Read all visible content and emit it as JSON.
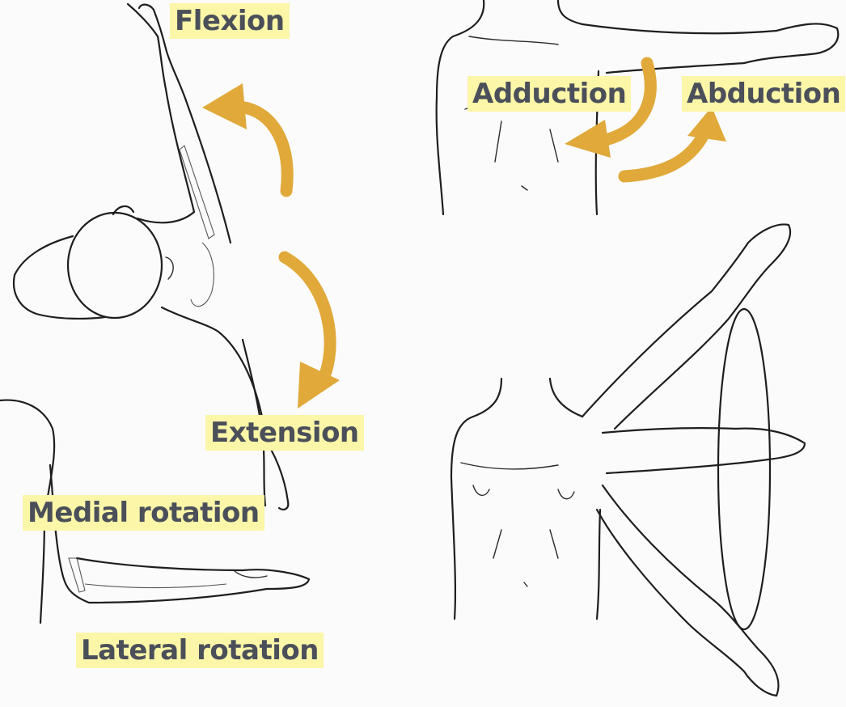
{
  "labels": {
    "flexion": "Flexion",
    "extension": "Extension",
    "adduction": "Adduction",
    "abduction": "Abduction",
    "medial_rotation": "Medial rotation",
    "lateral_rotation": "Lateral rotation"
  },
  "colors": {
    "arrow": "#e0a93a",
    "label_bg": "#fbf6a8",
    "label_text": "#4a4f59",
    "line": "#1e1e1e"
  }
}
